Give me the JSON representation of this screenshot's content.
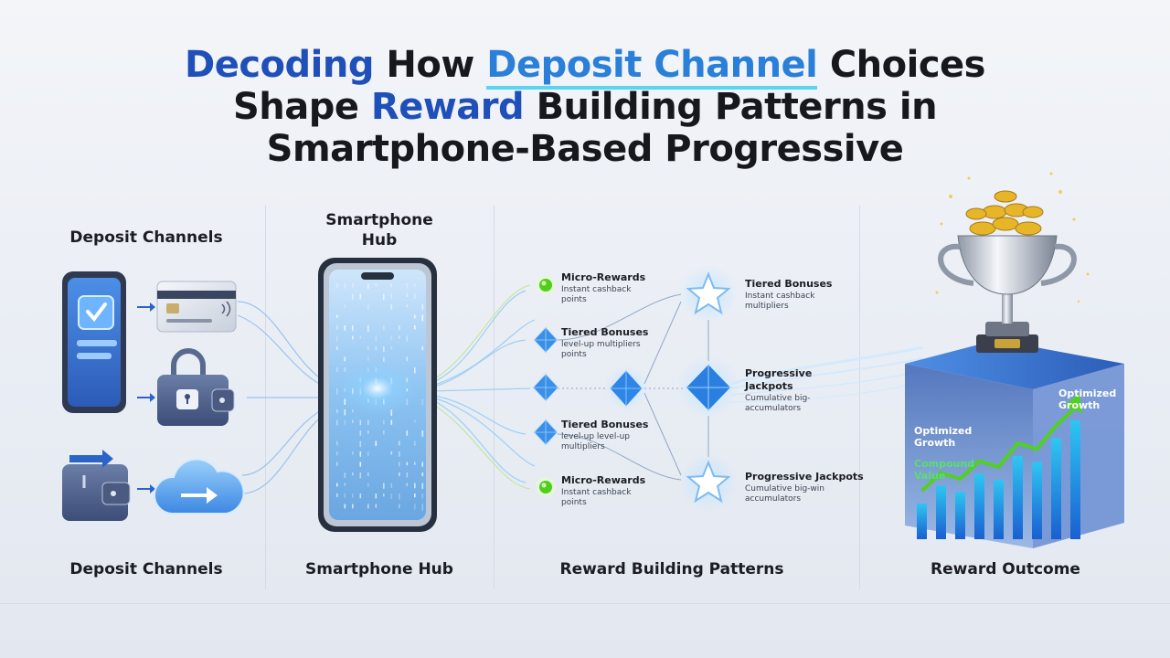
{
  "title": {
    "part1": "Decoding",
    "part2": " How ",
    "part3": "Deposit Channel",
    "part4": " Choices",
    "part5": "Shape ",
    "part6": "Reward",
    "part7": " Building Patterns in",
    "part8": "Smartphone-Based Progressive"
  },
  "sections": {
    "deposit_top": "Deposit Channels",
    "hub_top_line1": "Smartphone",
    "hub_top_line2": "Hub",
    "deposit_bottom": "Deposit Channels",
    "hub_bottom": "Smartphone Hub",
    "patterns_bottom": "Reward Building Patterns",
    "outcome_bottom": "Reward Outcome"
  },
  "patterns": {
    "left": [
      {
        "title": "Micro-Rewards",
        "sub1": "Instant cashback",
        "sub2": "points"
      },
      {
        "title": "Tiered Bonuses",
        "sub1": "level-up multipliers",
        "sub2": "points"
      },
      {
        "title": "Tiered Bonuses",
        "sub1": "level-up level-up",
        "sub2": "multipliers"
      },
      {
        "title": "Micro-Rewards",
        "sub1": "Instant cashback",
        "sub2": "points"
      }
    ],
    "right": [
      {
        "title": "Tiered Bonuses",
        "sub1": "Instant cashback",
        "sub2": "multipliers"
      },
      {
        "title": "Progressive",
        "title2": "Jackpots",
        "sub1": "Cumulative big-",
        "sub2": "accumulators"
      },
      {
        "title": "Progressive Jackpots",
        "sub1": "Cumulative big-win",
        "sub2": "accumulators"
      }
    ]
  },
  "outcome": {
    "optimized_growth_a_line1": "Optimized",
    "optimized_growth_a_line2": "Growth",
    "optimized_growth_b_line1": "Optimized",
    "optimized_growth_b_line2": "Growth",
    "compound_line1": "Compound",
    "compound_line2": "Value",
    "bars": [
      0.3,
      0.45,
      0.4,
      0.55,
      0.5,
      0.7,
      0.65,
      0.85,
      1.0
    ]
  },
  "colors": {
    "title_blue": "#1f4fb8",
    "accent_blue": "#2a7fd9",
    "green_accent": "#52d021",
    "gold": "#e7b628"
  },
  "icons": [
    "phone-check-icon",
    "credit-card-icon",
    "lock-wallet-icon",
    "wallet-arrow-icon",
    "cloud-arrow-icon",
    "green-dot-icon",
    "diamond-icon",
    "star-icon",
    "trophy-icon",
    "growth-chart-icon"
  ]
}
